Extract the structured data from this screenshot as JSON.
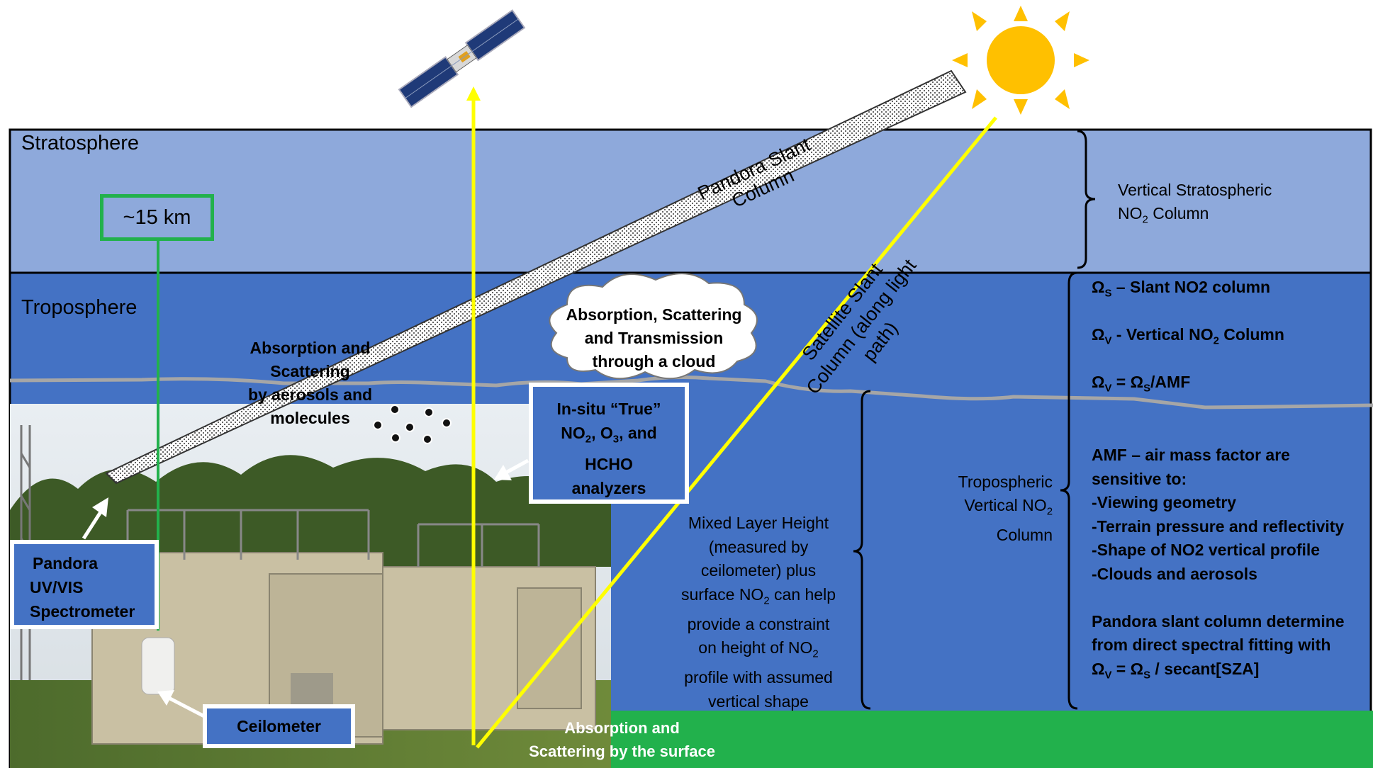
{
  "colors": {
    "stratosphere": "#8EA9DB",
    "troposphere": "#4472C4",
    "ground": "#22B14C",
    "sun": "#FFC000",
    "light_path": "#FFFF00",
    "marker_green": "#22B14C"
  },
  "layers": {
    "stratosphere_label": "Stratosphere",
    "troposphere_label": "Troposphere"
  },
  "altitude_marker": "~15 km",
  "pandora_slant": {
    "line1": "Pandora Slant",
    "line2": "Column"
  },
  "satellite_slant": {
    "line1": "Satellite Slant",
    "line2": "Column (along light",
    "line3": "path)"
  },
  "cloud": {
    "line1": "Absorption, Scattering",
    "line2": "and Transmission",
    "line3": "through a cloud"
  },
  "aerosols": {
    "line1": "Absorption and",
    "line2": "Scattering",
    "line3": "by aerosols and",
    "line4": "molecules"
  },
  "surface": {
    "line1": "Absorption and",
    "line2": "Scattering by the surface"
  },
  "strat_column": {
    "line1": "Vertical Stratospheric",
    "line2_pre": "NO",
    "line2_sub": "2",
    "line2_post": " Column"
  },
  "trop_column": {
    "line1": "Tropospheric",
    "line2_pre": "Vertical NO",
    "line2_sub": "2",
    "line3": "Column"
  },
  "insitu": {
    "line1": "In-situ “True”",
    "line2_a": "NO",
    "line2_b": "2",
    "line2_c": ", O",
    "line2_d": "3",
    "line2_e": ", and",
    "line3": "HCHO",
    "line4": "analyzers"
  },
  "pandora_box": {
    "line1": "Pandora",
    "line2": "UV/VIS",
    "line3": "Spectrometer"
  },
  "ceilometer_box": "Ceilometer",
  "mixed_layer": {
    "l1": "Mixed Layer Height",
    "l2": "(measured by",
    "l3": "ceilometer) plus",
    "l4_pre": "surface NO",
    "l4_sub": "2",
    "l4_post": " can help",
    "l5": "provide a constraint",
    "l6_pre": "on height of NO",
    "l6_sub": "2",
    "l7": "profile with assumed",
    "l8": "vertical shape"
  },
  "formulas": {
    "f1_omega": "Ω",
    "f1_sub": "S",
    "f1_rest": " – Slant NO2 column",
    "f2_omega": "Ω",
    "f2_sub": "V",
    "f2_rest_pre": " - Vertical NO",
    "f2_rest_sub": "2",
    "f2_rest_post": " Column",
    "f3_a": "Ω",
    "f3_a_sub": "V",
    "f3_mid": " = Ω",
    "f3_b_sub": "S",
    "f3_end": "/AMF"
  },
  "amf": {
    "l1": "AMF – air mass factor are",
    "l2": "sensitive to:",
    "l3": "-Viewing geometry",
    "l4": "-Terrain pressure and reflectivity",
    "l5": "-Shape of NO2 vertical profile",
    "l6": "-Clouds and aerosols",
    "l7": "Pandora slant column determine",
    "l8": "from direct spectral fitting with",
    "l9_a": "Ω",
    "l9_a_sub": "V",
    "l9_mid": " = Ω",
    "l9_b_sub": "S",
    "l9_end": " / secant[SZA]"
  },
  "icons": [
    "satellite-icon",
    "sun-icon",
    "cloud-icon",
    "aerosol-particles-icon",
    "arrow-icon",
    "brace-icon"
  ]
}
